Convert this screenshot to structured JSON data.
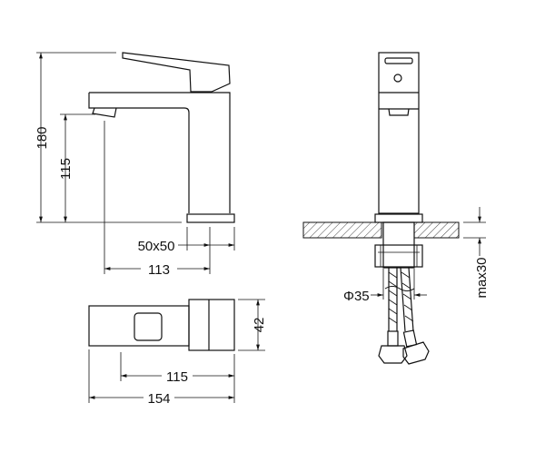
{
  "dimensions": {
    "height_total": "180",
    "spout_height": "115",
    "base_size": "50x50",
    "spout_reach": "113",
    "top_depth": "42",
    "top_reach": "115",
    "top_length": "154",
    "hole_diameter": "Φ35",
    "max_thickness": "max30"
  },
  "colors": {
    "line": "#111111",
    "background": "#ffffff"
  }
}
